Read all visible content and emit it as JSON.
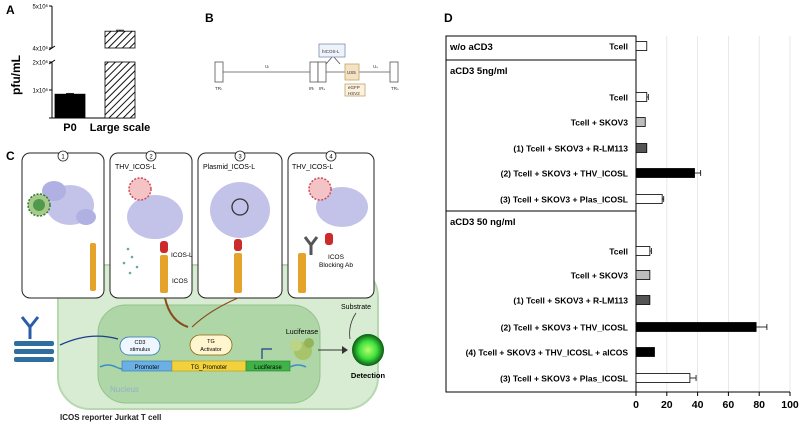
{
  "panels": {
    "a": {
      "letter": "A",
      "chart_data": {
        "type": "bar",
        "categories": [
          "P0",
          "Large scale"
        ],
        "values": [
          850000,
          4400000
        ],
        "errors": [
          30000,
          25000
        ],
        "ylabel": "pfu/mL",
        "yticks": [
          "1x10⁶",
          "2x10⁶",
          "4x10⁶",
          "5x10⁶"
        ],
        "ylim": [
          0,
          5000000
        ],
        "axis_break": [
          2000000,
          4000000
        ],
        "bar_colors": [
          "#000000",
          "hatched"
        ]
      }
    },
    "b": {
      "letter": "B",
      "labels": {
        "tr_left": "TRₗ",
        "ul": "Uₗ",
        "irl": "IRₗ",
        "irs": "IRₛ",
        "us": "Uₛ",
        "tr_right": "TRₛ",
        "icosl": "hICOS-L",
        "us5": "US5",
        "egfp": "eGFP",
        "hsv": "HSV2"
      }
    },
    "c": {
      "letter": "C",
      "boxes": [
        {
          "num": "1",
          "title": ""
        },
        {
          "num": "2",
          "title": "THV_ICOS-L"
        },
        {
          "num": "3",
          "title": "Plasmid_ICOS-L"
        },
        {
          "num": "4",
          "title": "THV_ICOS-L"
        }
      ],
      "labels": {
        "icos_l": "ICOS-L",
        "icos": "ICOS",
        "blocking": "ICOS",
        "blocking2": "Blocking Ab",
        "cd3": "CD3",
        "cd3b": "stimulus",
        "promoter": "Promoter",
        "tg": "TG",
        "tg_act": "Activator",
        "tg_promoter": "TG_Promoter",
        "luciferase_gene": "Luciferase",
        "luciferase": "Luciferase",
        "substrate": "Substrate",
        "detection": "Detection",
        "nucleus": "Nucleus",
        "cell": "ICOS reporter Jurkat T cell"
      }
    },
    "d": {
      "letter": "D",
      "chart_data": {
        "type": "bar",
        "orientation": "horizontal",
        "xlim": [
          0,
          100
        ],
        "xticks": [
          "0",
          "20",
          "40",
          "60",
          "80",
          "100"
        ],
        "groups": [
          {
            "header": "w/o aCD3",
            "rows": [
              {
                "label": "Tcell",
                "value": 7,
                "err": 0,
                "color": "#ffffff"
              }
            ]
          },
          {
            "header": "aCD3 5ng/ml",
            "rows": [
              {
                "label": "Tcell",
                "value": 7,
                "err": 1,
                "color": "#ffffff"
              },
              {
                "label": "Tcell + SKOV3",
                "value": 6,
                "err": 0,
                "color": "#bdbdbd"
              },
              {
                "label": "(1) Tcell + SKOV3 + R-LM113",
                "value": 7,
                "err": 0,
                "color": "#555555"
              },
              {
                "label": "(2) Tcell + SKOV3 + THV_ICOSL",
                "value": 38,
                "err": 4,
                "color": "#000000"
              },
              {
                "label": "(3) Tcell + SKOV3  + Plas_ICOSL",
                "value": 17,
                "err": 1,
                "color": "#ffffff"
              }
            ]
          },
          {
            "header": "aCD3 50 ng/ml",
            "rows": [
              {
                "label": "Tcell",
                "value": 9,
                "err": 1,
                "color": "#ffffff"
              },
              {
                "label": "Tcell + SKOV3",
                "value": 9,
                "err": 0,
                "color": "#bdbdbd"
              },
              {
                "label": "(1)  Tcell + SKOV3 + R-LM113",
                "value": 9,
                "err": 0,
                "color": "#555555"
              },
              {
                "label": "(2)  Tcell + SKOV3 + THV_ICOSL",
                "value": 78,
                "err": 7,
                "color": "#000000"
              },
              {
                "label": "(4) Tcell + SKOV3  + THV_ICOSL + aICOS",
                "value": 12,
                "err": 0,
                "color": "#000000"
              },
              {
                "label": "(3) Tcell + SKOV3 + Plas_ICOSL",
                "value": 35,
                "err": 4,
                "color": "#ffffff"
              }
            ]
          }
        ]
      }
    }
  }
}
